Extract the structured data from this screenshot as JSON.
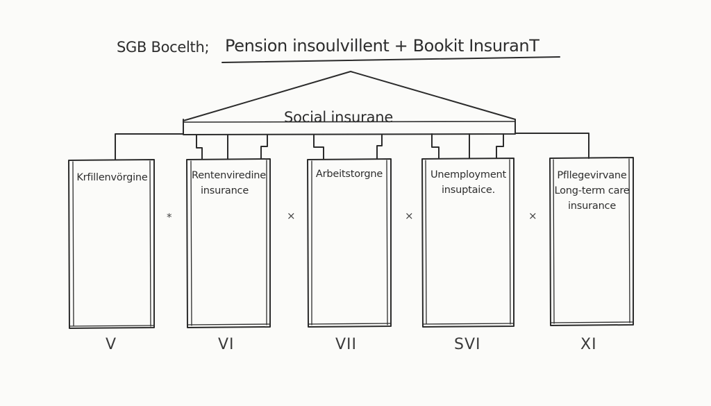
{
  "title": {
    "prefix": "SGB Bocelth;",
    "main": "Pension  insoulvillent + Bookit InsuranT"
  },
  "roof_label": "Social insurane",
  "pillars": [
    {
      "lines": [
        "Krfillenvörgine"
      ],
      "numeral": "V"
    },
    {
      "lines": [
        "Rentenviredine",
        "insurance"
      ],
      "numeral": "VI"
    },
    {
      "lines": [
        "Arbeitstorgne"
      ],
      "numeral": "VII"
    },
    {
      "lines": [
        "Unemployment",
        "insuptaice."
      ],
      "numeral": "SVI"
    },
    {
      "lines": [
        "Pfllegevirvane",
        "Long-term care",
        "insurance"
      ],
      "numeral": "XI"
    }
  ],
  "separators": [
    "*",
    "×",
    "×",
    "×"
  ],
  "colors": {
    "ink": "#2b2b2b",
    "paper": "#fbfbf9"
  }
}
